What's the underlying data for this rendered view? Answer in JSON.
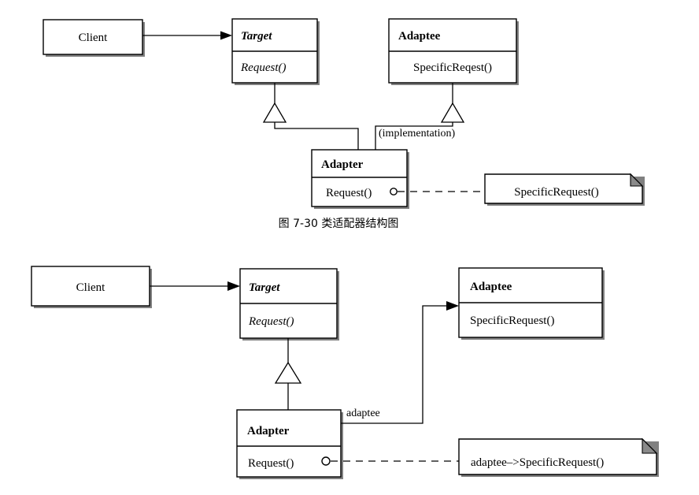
{
  "page": {
    "title": "Adapter Pattern Structure Diagrams",
    "background_color": "#ffffff",
    "line_color": "#000000",
    "note_fold_color": "#8a8a8a",
    "shadow_color": "#808080"
  },
  "class_adapter_diagram": {
    "caption": "图 7-30    类适配器结构图",
    "caption_number": "图 7-30",
    "caption_text": "类适配器结构图",
    "client": {
      "name": "Client"
    },
    "target": {
      "name": "Target",
      "operation": "Request()"
    },
    "adaptee": {
      "name": "Adaptee",
      "operation": "SpecificReqest()"
    },
    "adapter": {
      "name": "Adapter",
      "operation": "Request()"
    },
    "note": {
      "text": "SpecificRequest()"
    },
    "stereotype_label": "(implementation)"
  },
  "object_adapter_diagram": {
    "client": {
      "name": "Client"
    },
    "target": {
      "name": "Target",
      "operation": "Request()"
    },
    "adaptee": {
      "name": "Adaptee",
      "operation": "SpecificRequest()"
    },
    "adapter": {
      "name": "Adapter",
      "operation": "Request()"
    },
    "note": {
      "text": "adaptee–>SpecificRequest()"
    },
    "association_role": "adaptee"
  }
}
